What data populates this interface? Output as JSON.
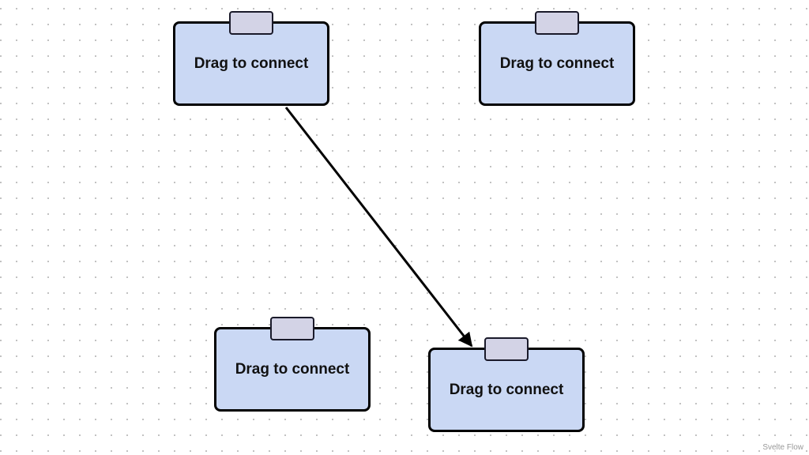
{
  "flow": {
    "nodes": [
      {
        "id": "n1",
        "label": "Drag to connect"
      },
      {
        "id": "n2",
        "label": "Drag to connect"
      },
      {
        "id": "n3",
        "label": "Drag to connect"
      },
      {
        "id": "n4",
        "label": "Drag to connect"
      }
    ],
    "edges": [
      {
        "source": "n1",
        "target": "n4",
        "marker": "arrowclosed",
        "color": "#000000"
      }
    ]
  },
  "colors": {
    "node_fill": "#cad8f4",
    "node_border": "#000000",
    "handle_fill": "#d3d3e6",
    "edge": "#000000",
    "background_dots": "#b8b8b8"
  },
  "attribution": {
    "label": "Svelte Flow"
  }
}
